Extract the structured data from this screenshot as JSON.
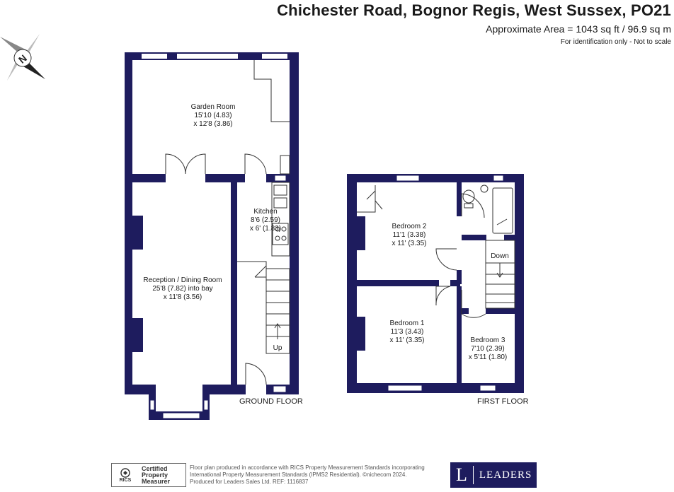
{
  "header": {
    "title": "Chichester Road, Bognor Regis, West Sussex, PO21",
    "area": "Approximate Area = 1043 sq ft / 96.9 sq m",
    "note": "For identification only - Not to scale"
  },
  "compass": {
    "letter": "N"
  },
  "rooms": {
    "garden_room": {
      "name": "Garden Room",
      "dim1": "15'10 (4.83)",
      "dim2": "x 12'8 (3.86)"
    },
    "kitchen": {
      "name": "Kitchen",
      "dim1": "8'6 (2.59)",
      "dim2": "x 6' (1.83)"
    },
    "reception": {
      "name": "Reception / Dining Room",
      "dim1": "25'8 (7.82) into bay",
      "dim2": "x 11'8 (3.56)"
    },
    "bedroom2": {
      "name": "Bedroom 2",
      "dim1": "11'1 (3.38)",
      "dim2": "x 11' (3.35)"
    },
    "bedroom1": {
      "name": "Bedroom 1",
      "dim1": "11'3 (3.43)",
      "dim2": "x 11' (3.35)"
    },
    "bedroom3": {
      "name": "Bedroom 3",
      "dim1": "7'10 (2.39)",
      "dim2": "x 5'11 (1.80)"
    }
  },
  "stairs": {
    "up": "Up",
    "down": "Down"
  },
  "floors": {
    "ground": "GROUND FLOOR",
    "first": "FIRST FLOOR"
  },
  "footer": {
    "rics_logo": "RICS",
    "rics_line1": "Certified",
    "rics_line2": "Property",
    "rics_line3": "Measurer",
    "legal_line1": "Floor plan produced in accordance with RICS Property Measurement Standards incorporating",
    "legal_line2": "International Property Measurement Standards (IPMS2 Residential). ©nichecom 2024.",
    "legal_line3": "Produced for Leaders Sales Ltd.   REF:  1116837",
    "brand_letter": "L",
    "brand_word": "LEADERS"
  },
  "colors": {
    "wall": "#1e1c5e",
    "brand": "#1e1c5e"
  }
}
